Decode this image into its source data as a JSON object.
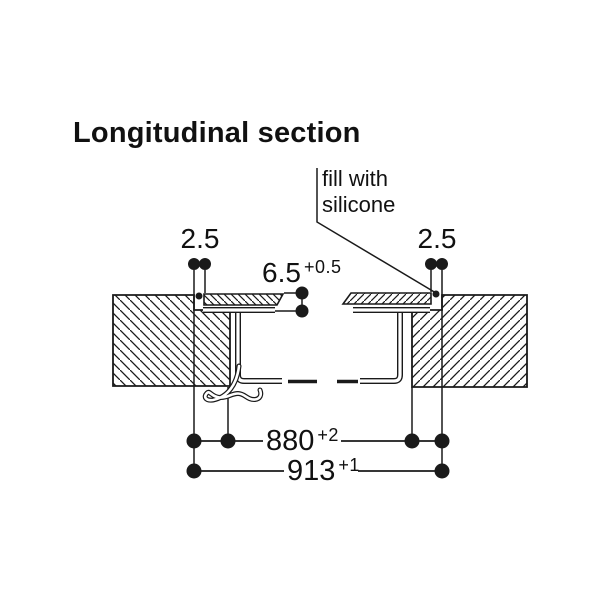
{
  "title": "Longitudinal section",
  "callout": {
    "line1": "fill with",
    "line2": "silicone"
  },
  "dimensions": {
    "gap_left": "2.5",
    "gap_right": "2.5",
    "recess_depth": {
      "value": "6.5",
      "tolerance": "+0.5"
    },
    "cutout_width": {
      "value": "880",
      "tolerance": "+2"
    },
    "overall_width": {
      "value": "913",
      "tolerance": "+1"
    }
  },
  "icons": {
    "dimension_marker": "filled-circle",
    "hatch_left": "diagonal-hatch-backslash",
    "hatch_right": "diagonal-hatch-slash"
  },
  "colors": {
    "line": "#1a1a1a",
    "background": "#ffffff"
  }
}
